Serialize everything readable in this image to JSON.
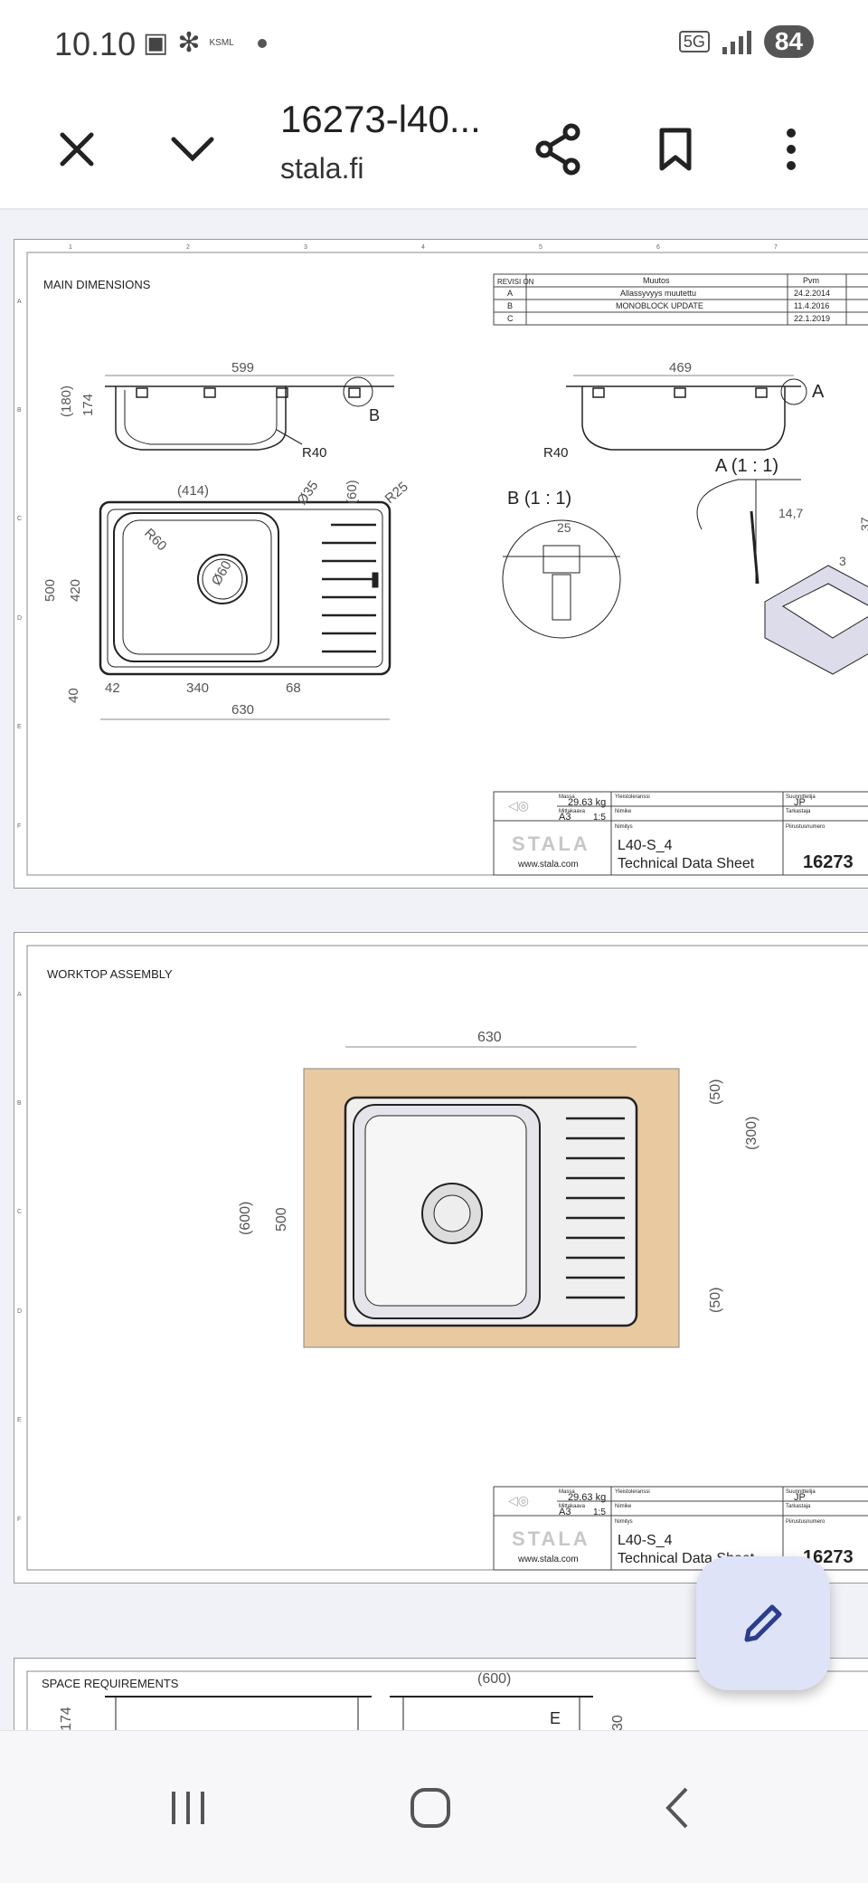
{
  "status": {
    "time": "10.10",
    "carrier_mark": "KSML",
    "network": "5G",
    "battery": "84"
  },
  "toolbar": {
    "title": "16273-l40...",
    "domain": "stala.fi"
  },
  "icons": {
    "close": "close-icon",
    "expand": "chevron-down-icon",
    "share": "share-icon",
    "bookmark": "bookmark-icon",
    "more": "more-vert-icon",
    "edit": "pencil-icon"
  },
  "page1": {
    "section_title": "MAIN DIMENSIONS",
    "revision_headers": [
      "REVISI ON",
      "Muutos",
      "Pvm"
    ],
    "revisions": [
      {
        "rev": "A",
        "change": "Allassyvyys muutettu",
        "date": "24.2.2014"
      },
      {
        "rev": "B",
        "change": "MONOBLOCK UPDATE",
        "date": "11.4.2016"
      },
      {
        "rev": "C",
        "change": "",
        "date": "22.1.2019"
      }
    ],
    "dims": {
      "top_width": "599",
      "depth_180": "(180)",
      "depth_174": "174",
      "radius_left": "R40",
      "side_width": "469",
      "radius_right": "R40",
      "detail_a": "A",
      "detail_b": "B",
      "d414": "(414)",
      "d35": "Ø35",
      "d60": "(60)",
      "r25": "R25",
      "r60": "R60",
      "d60b": "Ø60",
      "h500": "500",
      "h420": "420",
      "h40": "40",
      "w42": "42",
      "w340": "340",
      "w68": "68",
      "w630": "630",
      "detail_b_title": "B (1 : 1)",
      "b25": "25",
      "detail_a_title": "A (1 : 1)",
      "a147": "14,7",
      "a37": "37",
      "a3": "3"
    }
  },
  "page2": {
    "section_title": "WORKTOP ASSEMBLY",
    "dims": {
      "w630": "630",
      "h600": "(600)",
      "h500": "500",
      "d50a": "(50)",
      "d300": "(300)",
      "d50b": "(50)"
    }
  },
  "page3": {
    "section_title": "SPACE REQUIREMENTS",
    "dims": {
      "h174": "174",
      "w600": "(600)",
      "h30": "30",
      "detail_e": "E"
    }
  },
  "titleblock": {
    "mass_label": "Massa",
    "mass": "29.63 kg",
    "tolerance_label": "Yleistoleranssi",
    "designer_label": "Suunnittelija",
    "designer": "JP",
    "scale_label": "Mittakaava",
    "paper": "A3",
    "scale": "1:5",
    "name_label": "Nimike",
    "checker_label": "Tarkastaja",
    "naming_label": "Nimitys",
    "drawing_no_label": "Piirustusnumero",
    "logo": "STALA",
    "website": "www.stala.com",
    "model": "L40-S_4",
    "doc": "Technical Data Sheet",
    "number": "16273"
  },
  "grid": {
    "cols": [
      "1",
      "2",
      "3",
      "4",
      "5",
      "6",
      "7"
    ],
    "rows": [
      "A",
      "B",
      "C",
      "D",
      "E",
      "F"
    ]
  }
}
